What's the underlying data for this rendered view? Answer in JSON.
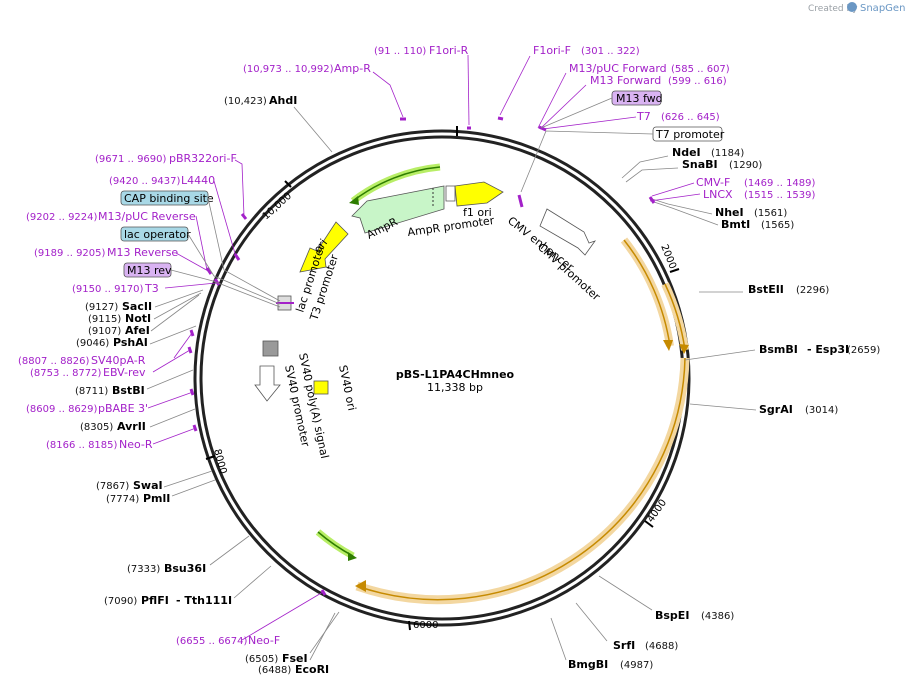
{
  "branding": {
    "created_by": "Created by",
    "product": "SnapGene"
  },
  "plasmid": {
    "name": "pBS-L1PA4CHmneo",
    "length_label": "11,338 bp"
  },
  "ticks": [
    "2000",
    "4000",
    "6000",
    "8000",
    "10,000"
  ],
  "enzymes": [
    {
      "id": "ahdi",
      "name": "AhdI",
      "pos": "(10,423)"
    },
    {
      "id": "ndei",
      "name": "NdeI",
      "pos": "(1184)"
    },
    {
      "id": "snabi",
      "name": "SnaBI",
      "pos": "(1290)"
    },
    {
      "id": "nhei",
      "name": "NheI",
      "pos": "(1561)"
    },
    {
      "id": "bmti",
      "name": "BmtI",
      "pos": "(1565)"
    },
    {
      "id": "bsteii",
      "name": "BstEII",
      "pos": "(2296)"
    },
    {
      "id": "bsmbi",
      "name": "BsmBI",
      "pos": "(2659)",
      "extra": "- Esp3I"
    },
    {
      "id": "sgrai",
      "name": "SgrAI",
      "pos": "(3014)"
    },
    {
      "id": "bspei",
      "name": "BspEI",
      "pos": "(4386)"
    },
    {
      "id": "srfi",
      "name": "SrfI",
      "pos": "(4688)"
    },
    {
      "id": "bmgbi",
      "name": "BmgBI",
      "pos": "(4987)"
    },
    {
      "id": "ecori",
      "name": "EcoRI",
      "pos": "(6488)"
    },
    {
      "id": "fsei",
      "name": "FseI",
      "pos": "(6505)"
    },
    {
      "id": "pflfi",
      "name": "PflFI",
      "pos": "(7090)",
      "extra": "- Tth111I"
    },
    {
      "id": "bsu36i",
      "name": "Bsu36I",
      "pos": "(7333)"
    },
    {
      "id": "pmli",
      "name": "PmlI",
      "pos": "(7774)"
    },
    {
      "id": "swai",
      "name": "SwaI",
      "pos": "(7867)"
    },
    {
      "id": "avrii",
      "name": "AvrII",
      "pos": "(8305)"
    },
    {
      "id": "bstbi",
      "name": "BstBI",
      "pos": "(8711)"
    },
    {
      "id": "pshai",
      "name": "PshAI",
      "pos": "(9046)"
    },
    {
      "id": "afei",
      "name": "AfeI",
      "pos": "(9107)"
    },
    {
      "id": "noti",
      "name": "NotI",
      "pos": "(9115)"
    },
    {
      "id": "sacii",
      "name": "SacII",
      "pos": "(9127)"
    }
  ],
  "primers": [
    {
      "id": "ampr",
      "name": "Amp-R",
      "pos": "(10,973 .. 10,992)"
    },
    {
      "id": "f1ori-r",
      "name": "F1ori-R",
      "pos": "(91 .. 110)"
    },
    {
      "id": "f1ori-f",
      "name": "F1ori-F",
      "pos": "(301 .. 322)"
    },
    {
      "id": "m13puc-fwd",
      "name": "M13/pUC Forward",
      "pos": "(585 .. 607)"
    },
    {
      "id": "m13-fwd",
      "name": "M13 Forward",
      "pos": "(599 .. 616)"
    },
    {
      "id": "t7",
      "name": "T7",
      "pos": "(626 .. 645)"
    },
    {
      "id": "cmv-f",
      "name": "CMV-F",
      "pos": "(1469 .. 1489)"
    },
    {
      "id": "lncx",
      "name": "LNCX",
      "pos": "(1515 .. 1539)"
    },
    {
      "id": "neo-f",
      "name": "Neo-F",
      "pos": "(6655 .. 6674)"
    },
    {
      "id": "neo-r",
      "name": "Neo-R",
      "pos": "(8166 .. 8185)"
    },
    {
      "id": "pbabe3",
      "name": "pBABE 3'",
      "pos": "(8609 .. 8629)"
    },
    {
      "id": "ebv-rev",
      "name": "EBV-rev",
      "pos": "(8753 .. 8772)"
    },
    {
      "id": "sv40pa-r",
      "name": "SV40pA-R",
      "pos": "(8807 .. 8826)"
    },
    {
      "id": "t3",
      "name": "T3",
      "pos": "(9150 .. 9170)"
    },
    {
      "id": "m13-rev-primer",
      "name": "M13 Reverse",
      "pos": "(9189 .. 9205)"
    },
    {
      "id": "m13puc-rev",
      "name": "M13/pUC Reverse",
      "pos": "(9202 .. 9224)"
    },
    {
      "id": "l4440",
      "name": "L4440",
      "pos": "(9420 .. 9437)"
    },
    {
      "id": "pbr322ori-f",
      "name": "pBR322ori-F",
      "pos": "(9671 .. 9690)"
    }
  ],
  "boxed_labels": {
    "m13_fwd": "M13 fwd",
    "t7_promoter": "T7 promoter",
    "cap_site": "CAP binding site",
    "lac_operator": "lac operator",
    "m13_rev": "M13 rev"
  },
  "features": {
    "f1_ori": "f1 ori",
    "ampr": "AmpR",
    "ampr_promoter": "AmpR promoter",
    "ori": "ori",
    "lac_promoter": "lac promoter",
    "t3_promoter": "T3 promoter",
    "cmv_enhancer": "CMV enhancer",
    "cmv_promoter": "CMV promoter",
    "sv40_polya": "SV40 poly(A) signal",
    "sv40_promoter": "SV40 promoter",
    "sv40_ori": "SV40 ori"
  },
  "colors": {
    "primer": "#a321c9",
    "backbone": "#222222",
    "ampr_fill": "#c8f5c8",
    "ori_fill": "#ffff00",
    "orf_halo": "#f3d7a0",
    "orf_line": "#c68a00",
    "green_arrow": "#2e7d00",
    "boxed_purple": "#d9b3f2",
    "boxed_teal": "#a8d8e6",
    "snapgene_blue": "#6a97c4"
  }
}
